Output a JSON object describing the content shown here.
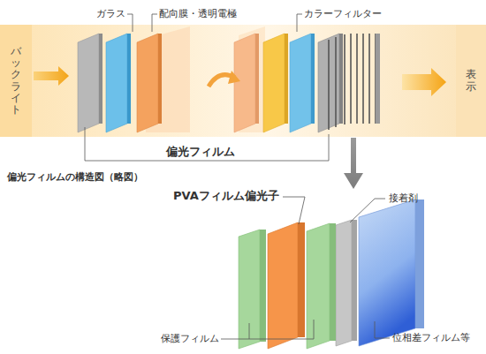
{
  "diagram": {
    "nodes": [
      {
        "text": [
          "バックライト"
        ]
      },
      {
        "text": [
          "表示"
        ]
      }
    ],
    "labels": [
      "ガラス",
      "配向膜・透明電極",
      "カラーフィルター",
      "偏光フィルム",
      "偏光フィルムの構造図（略図）",
      "PVAフィルム偏光子",
      "接着剤",
      "保護フィルム",
      "位相差フィルム等"
    ]
  }
}
